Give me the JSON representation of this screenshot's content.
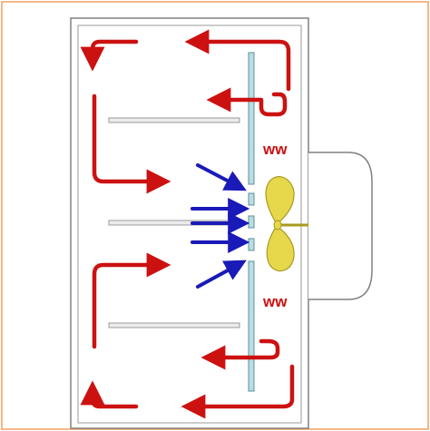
{
  "diagram": {
    "heater_labels": [
      "ww",
      "ww"
    ],
    "colors": {
      "frame_border": "#f0a060",
      "oven_wall": "#808080",
      "baffle_fill": "#b8dde3",
      "baffle_stroke": "#5f8f98",
      "shelf_fill": "#ececec",
      "shelf_stroke": "#9a9a9a",
      "airflow_hot": "#cc1111",
      "airflow_intake": "#1a1ab8",
      "fan_fill": "#e6d84a",
      "fan_stroke": "#a89a20",
      "heater_text": "#cc1111"
    },
    "icons": {
      "fan": "fan-icon",
      "motor": "motor-housing"
    }
  }
}
